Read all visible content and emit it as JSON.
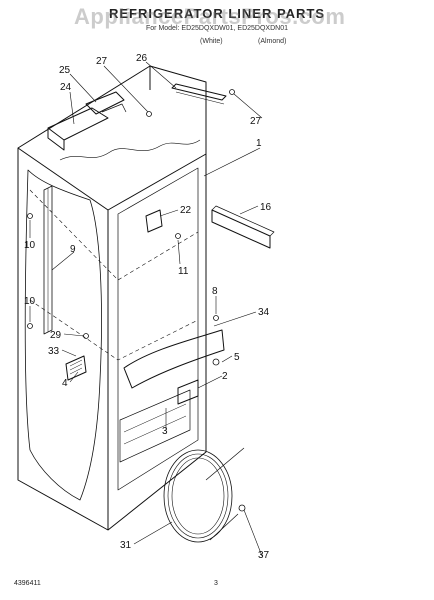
{
  "header": {
    "title": "REFRIGERATOR LINER PARTS",
    "watermark": "AppliancePartsPros.com",
    "for_models": "For Model: ED25DQXDW01, ED25DQXDN01",
    "color_white": "(White)",
    "color_almond": "(Almond)"
  },
  "callouts": {
    "c25": "25",
    "c27a": "27",
    "c26": "26",
    "c24": "24",
    "c27b": "27",
    "c1": "1",
    "c22": "22",
    "c16": "16",
    "c10a": "10",
    "c11": "11",
    "c9": "9",
    "c8": "8",
    "c10b": "10",
    "c34": "34",
    "c29": "29",
    "c33": "33",
    "c5": "5",
    "c4": "4",
    "c2": "2",
    "c3": "3",
    "c37": "37",
    "c31": "31"
  },
  "footer": {
    "doc_number": "4396411",
    "page_number": "3"
  }
}
